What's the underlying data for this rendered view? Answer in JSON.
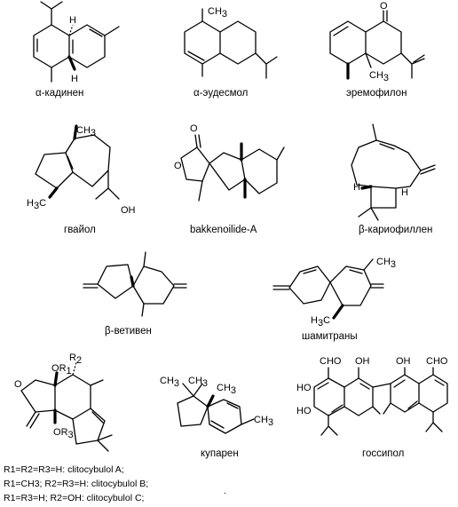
{
  "compounds": [
    {
      "name": "α-кадинен"
    },
    {
      "name": "α-эудесмол"
    },
    {
      "name": "эремофилон"
    },
    {
      "name": "гвайол"
    },
    {
      "name": "bakkenoilide-A"
    },
    {
      "name": "β-кариофиллен"
    },
    {
      "name": "β-ветивен"
    },
    {
      "name": "шамитраны"
    },
    {
      "name": "купарен"
    },
    {
      "name": "госсипол"
    }
  ],
  "atom_labels": {
    "h": "H",
    "ch3": "CH",
    "three": "3",
    "h3c": "H",
    "o": "O",
    "oh": "OH",
    "ho": "HO",
    "cho": "CHO",
    "r": "R",
    "one": "1",
    "two": "2"
  },
  "clitocybulol_notes": [
    {
      "text": "R1=R2=R3=H: clitocybulol A;"
    },
    {
      "text": "R1=CH3; R2=R3=H: clitocybulol B;"
    },
    {
      "text": "R1=R3=H; R2=OH: clitocybulol C;"
    }
  ],
  "footer_mark": "."
}
